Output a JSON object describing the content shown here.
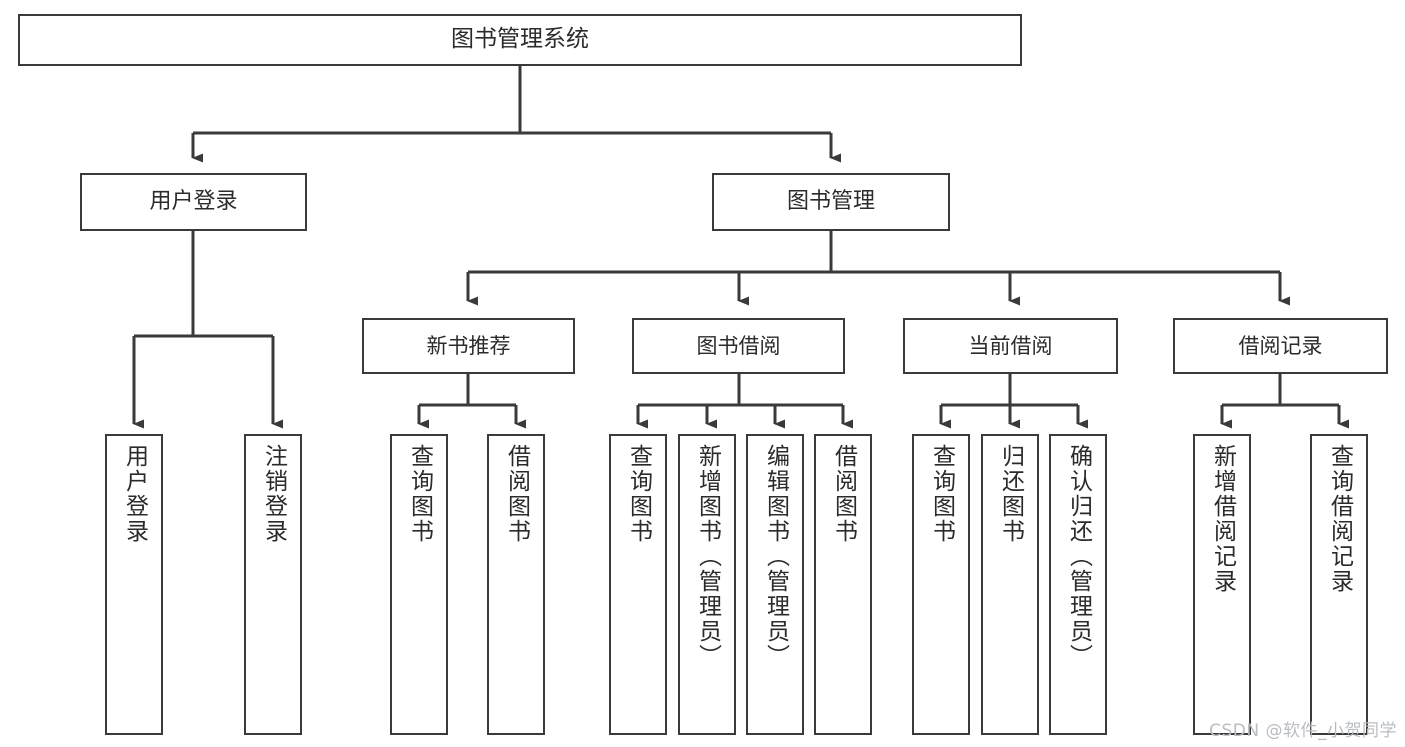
{
  "diagram": {
    "title": "图书管理系统",
    "type": "tree",
    "watermark": "CSDN @软件_小贺同学",
    "colors": {
      "box_border": "#3a3a3a",
      "connector": "#3a3a3a",
      "text": "#2b2b2b",
      "background": "#ffffff",
      "watermark": "#b9bdc2"
    },
    "root": {
      "label": "图书管理系统"
    },
    "level1": [
      {
        "label": "用户登录"
      },
      {
        "label": "图书管理"
      }
    ],
    "level2": [
      {
        "label": "新书推荐"
      },
      {
        "label": "图书借阅"
      },
      {
        "label": "当前借阅"
      },
      {
        "label": "借阅记录"
      }
    ],
    "leaves": {
      "user_login": [
        {
          "label": "用户登录"
        },
        {
          "label": "注销登录"
        }
      ],
      "new_book_recommend": [
        {
          "label": "查询图书"
        },
        {
          "label": "借阅图书"
        }
      ],
      "book_borrow": [
        {
          "label": "查询图书"
        },
        {
          "label": "新增图书（管理员）"
        },
        {
          "label": "编辑图书（管理员）"
        },
        {
          "label": "借阅图书"
        }
      ],
      "current_borrow": [
        {
          "label": "查询图书"
        },
        {
          "label": "归还图书"
        },
        {
          "label": "确认归还（管理员）"
        }
      ],
      "borrow_record": [
        {
          "label": "新增借阅记录"
        },
        {
          "label": "查询借阅记录"
        }
      ]
    }
  }
}
